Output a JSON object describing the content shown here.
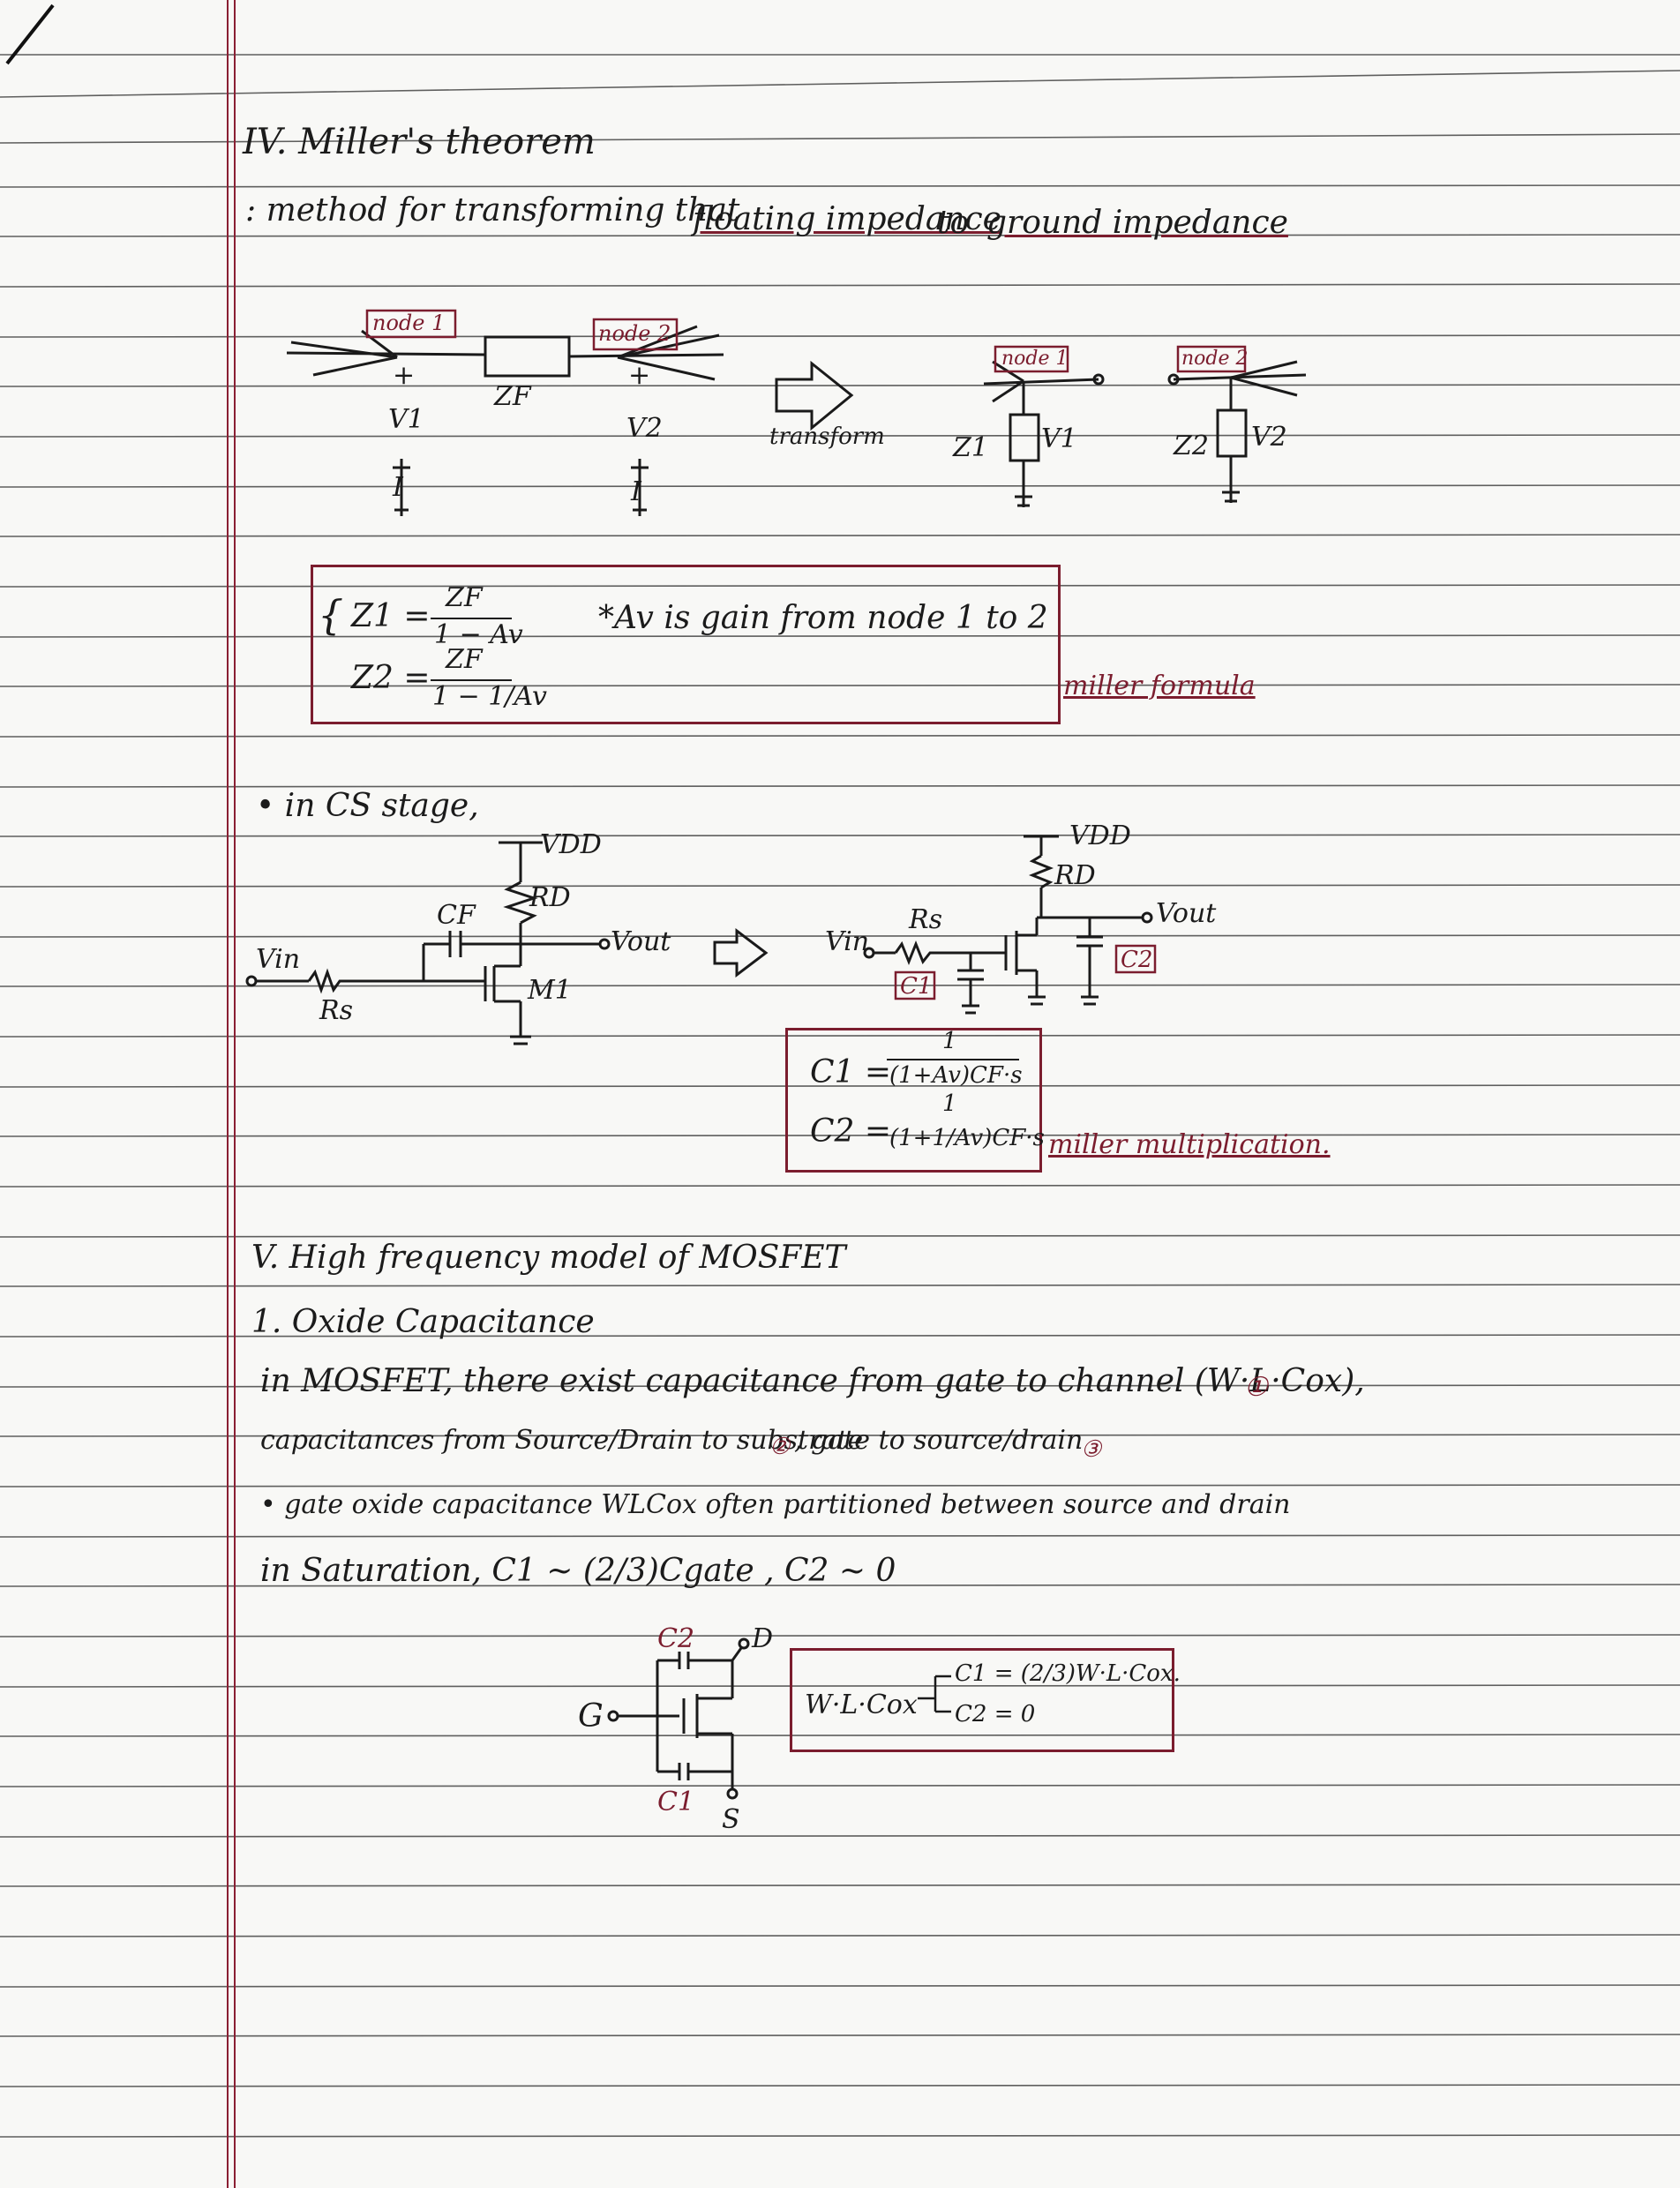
{
  "section4": {
    "heading": "IV. Miller's theorem",
    "description_prefix": ": method for transforming that",
    "floating_impedance": "floating impedance",
    "to": "to",
    "ground_impedance": "ground impedance"
  },
  "diagram1": {
    "node1": "node 1",
    "node2": "node 2",
    "zf": "ZF",
    "plus": "+",
    "v1": "V1",
    "v2": "V2",
    "i": "I",
    "transform": "transform",
    "z1": "Z1",
    "z2": "Z2"
  },
  "miller_formula": {
    "z1_lhs": "Z1 =",
    "z1_num": "ZF",
    "z1_den": "1 − Av",
    "z2_lhs": "Z2 =",
    "z2_num": "ZF",
    "z2_den": "1 − 1/Av",
    "note": "*Av is gain from node 1 to 2",
    "label": "miller formula"
  },
  "cs_stage": {
    "intro": "• in CS stage,",
    "vdd": "VDD",
    "rd": "RD",
    "cf": "CF",
    "vout": "Vout",
    "m1": "M1",
    "vin": "Vin",
    "rs": "Rs",
    "c1": "C1",
    "c2": "C2",
    "c1_lhs": "C1 =",
    "c1_num": "1",
    "c1_den": "(1+Av)CF·s",
    "c2_lhs": "C2 =",
    "c2_num": "1",
    "c2_den": "(1+1/Av)CF·s",
    "label": "miller multiplication."
  },
  "section5": {
    "heading": "V. High frequency model of MOSFET",
    "sub1": "1. Oxide Capacitance",
    "line1": "in MOSFET, there exist capacitance from gate to channel (W·L·Cox),",
    "mark1": "①",
    "line2": "capacitances from Source/Drain to substrate",
    "mark2": "②",
    "line2b": ", gate to source/drain",
    "mark3": "③",
    "bullet": "• gate oxide capacitance WLCox often partitioned between source and drain",
    "saturation": "in Saturation,  C1 ~ (2/3)Cgate ,  C2 ~ 0",
    "g": "G",
    "d": "D",
    "s": "S",
    "c2": "C2",
    "c1": "C1",
    "box_lhs": "W·L·Cox",
    "box_c1": "C1 = (2/3)W·L·Cox.",
    "box_c2": "C2 = 0"
  }
}
